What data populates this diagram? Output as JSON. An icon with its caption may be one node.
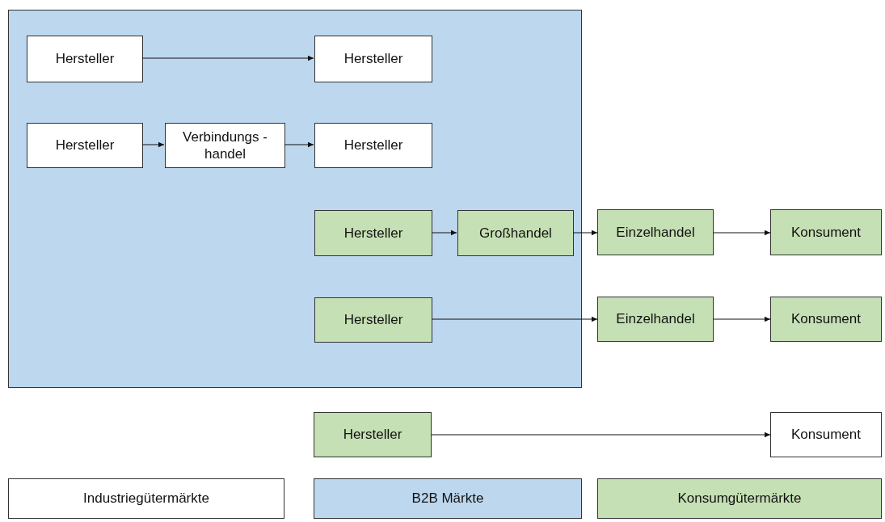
{
  "diagram": {
    "nodes": [
      {
        "text": [],
        "shape": "box"
      },
      {
        "text": [
          "Hersteller"
        ],
        "in": 0
      },
      {
        "text": [
          "Hersteller"
        ],
        "in": 0
      },
      {
        "text": [
          "Hersteller"
        ],
        "in": 0
      },
      {
        "text": [
          "Verbindungs - handel"
        ],
        "in": 0
      },
      {
        "text": [
          "Hersteller"
        ],
        "in": 0
      },
      {
        "text": [
          "Hersteller"
        ],
        "in": 0
      },
      {
        "text": [
          "Großhandel"
        ],
        "in": 0
      },
      {
        "text": [
          "Einzelhandel"
        ]
      },
      {
        "text": [
          "Konsument"
        ]
      },
      {
        "text": [
          "Hersteller"
        ],
        "in": 0
      },
      {
        "text": [
          "Einzelhandel"
        ]
      },
      {
        "text": [
          "Konsument"
        ]
      },
      {
        "text": [
          "Hersteller"
        ]
      },
      {
        "text": [
          "Konsument"
        ]
      }
    ],
    "edges": [
      {
        "from": 1,
        "to": 2,
        "arrow": "to"
      },
      {
        "from": 3,
        "to": 4,
        "arrow": "to"
      },
      {
        "from": 4,
        "to": 5,
        "arrow": "to"
      },
      {
        "from": 6,
        "to": 7,
        "arrow": "to"
      },
      {
        "from": 7,
        "to": 8,
        "arrow": "to"
      },
      {
        "from": 8,
        "to": 9,
        "arrow": "to"
      },
      {
        "from": 10,
        "to": 11,
        "arrow": "to"
      },
      {
        "from": 11,
        "to": 12,
        "arrow": "to"
      },
      {
        "from": 13,
        "to": 14,
        "arrow": "to"
      }
    ],
    "legend": [
      {
        "text": "Industriegütermärkte",
        "color": "#ffffff"
      },
      {
        "text": "B2B Märkte",
        "color": "#bdd7ee"
      },
      {
        "text": "Konsumgütermärkte",
        "color": "#c5e0b4"
      }
    ]
  }
}
